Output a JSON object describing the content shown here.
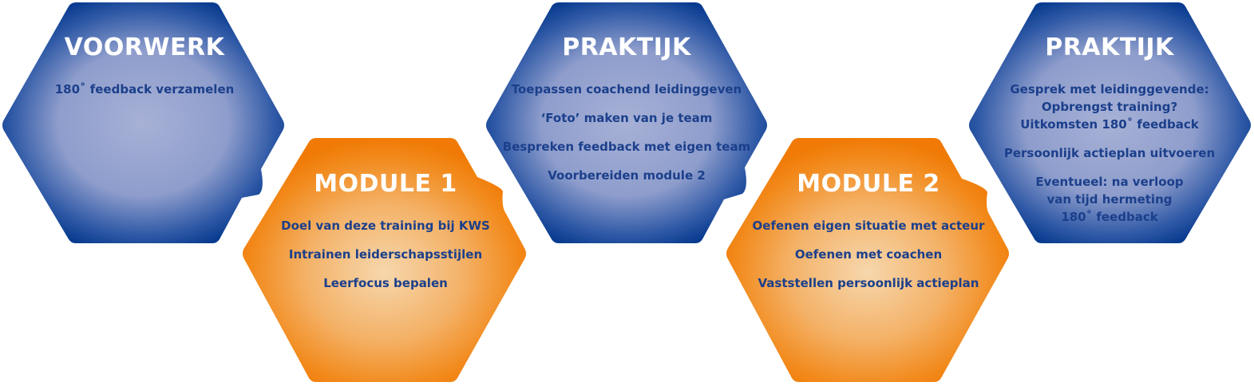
{
  "colors": {
    "blue_edge": "#0a3f93",
    "blue_center": "#a7b1d6",
    "orange_edge": "#f27e0a",
    "orange_center": "#f6d7ad",
    "title_text": "#ffffff",
    "item_text": "#1b3f8b"
  },
  "hexagons": [
    {
      "theme": "blue",
      "title": "VOORWERK",
      "items": [
        "180˚ feedback verzamelen"
      ]
    },
    {
      "theme": "orange",
      "title": "MODULE 1",
      "items": [
        "Doel van deze training bij KWS",
        "Intrainen leiderschapsstijlen",
        "Leerfocus bepalen"
      ]
    },
    {
      "theme": "blue",
      "title": "PRAKTIJK",
      "items": [
        "Toepassen coachend leidinggeven",
        "‘Foto’ maken van je team",
        "Bespreken feedback met eigen team",
        "Voorbereiden module 2"
      ]
    },
    {
      "theme": "orange",
      "title": "MODULE 2",
      "items": [
        "Oefenen eigen situatie met acteur",
        "Oefenen met coachen",
        "Vaststellen persoonlijk actieplan"
      ]
    },
    {
      "theme": "blue",
      "title": "PRAKTIJK",
      "items": [
        "Gesprek met leidinggevende:\nOpbrengst training?\nUitkomsten 180˚ feedback",
        "Persoonlijk actieplan uitvoeren",
        "Eventueel: na verloop\nvan tijd hermeting\n180˚ feedback"
      ]
    }
  ]
}
